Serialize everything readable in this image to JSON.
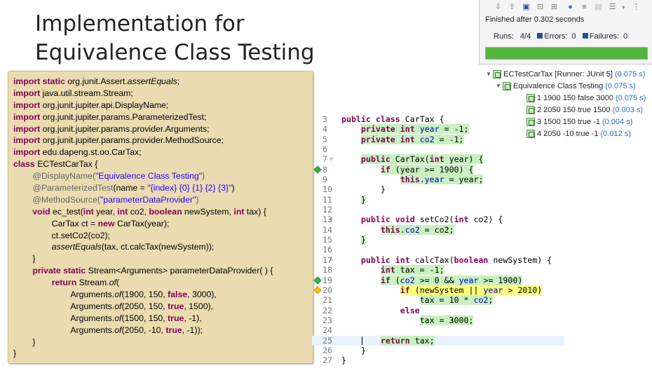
{
  "title": {
    "line1": "Implementation for",
    "line2": "Equivalence Class Testing"
  },
  "left_code": [
    [
      {
        "t": "import static ",
        "c": "kw"
      },
      {
        "t": "org.junit.Assert."
      },
      {
        "t": "assertEquals",
        "c": "it"
      },
      {
        "t": ";"
      }
    ],
    [
      {
        "t": "import ",
        "c": "kw"
      },
      {
        "t": "java.util.stream.Stream;"
      }
    ],
    [
      {
        "t": "import ",
        "c": "kw"
      },
      {
        "t": "org.junit.jupiter.api.DisplayName;"
      }
    ],
    [
      {
        "t": "import ",
        "c": "kw"
      },
      {
        "t": "org.junit.jupiter.params.ParameterizedTest;"
      }
    ],
    [
      {
        "t": "import ",
        "c": "kw"
      },
      {
        "t": "org.junit.jupiter.params.provider.Arguments;"
      }
    ],
    [
      {
        "t": "import ",
        "c": "kw"
      },
      {
        "t": "org.junit.jupiter.params.provider.MethodSource;"
      }
    ],
    [
      {
        "t": "import ",
        "c": "kw"
      },
      {
        "t": "edu.dapeng.st.oo.CarTax;"
      }
    ],
    [
      {
        "t": "class ",
        "c": "kw"
      },
      {
        "t": "ECTestCarTax {"
      }
    ],
    [
      {
        "t": "        "
      },
      {
        "t": "@DisplayName(",
        "c": "an"
      },
      {
        "t": "\"Equivalence Class Testing\"",
        "c": "st"
      },
      {
        "t": ")",
        "c": "an"
      }
    ],
    [
      {
        "t": "        "
      },
      {
        "t": "@ParameterizedTest",
        "c": "an"
      },
      {
        "t": "(name = "
      },
      {
        "t": "\"{index} {0} {1} {2} {3}\"",
        "c": "st"
      },
      {
        "t": ")"
      }
    ],
    [
      {
        "t": "        "
      },
      {
        "t": "@MethodSource(",
        "c": "an"
      },
      {
        "t": "\"parameterDataProvider\"",
        "c": "st"
      },
      {
        "t": ")",
        "c": "an"
      }
    ],
    [
      {
        "t": "        "
      },
      {
        "t": "void ",
        "c": "kw"
      },
      {
        "t": "ec_test("
      },
      {
        "t": "int ",
        "c": "kw"
      },
      {
        "t": "year, "
      },
      {
        "t": "int ",
        "c": "kw"
      },
      {
        "t": "co2, "
      },
      {
        "t": "boolean ",
        "c": "kw"
      },
      {
        "t": "newSystem, "
      },
      {
        "t": "int ",
        "c": "kw"
      },
      {
        "t": "tax) {"
      }
    ],
    [
      {
        "t": "                CarTax ct = "
      },
      {
        "t": "new ",
        "c": "kw"
      },
      {
        "t": "CarTax(year);"
      }
    ],
    [
      {
        "t": "                ct.setCo2(co2);"
      }
    ],
    [
      {
        "t": "                "
      },
      {
        "t": "assertEquals",
        "c": "it"
      },
      {
        "t": "(tax, ct.calcTax(newSystem));"
      }
    ],
    [
      {
        "t": "        }"
      }
    ],
    [
      {
        "t": "        "
      },
      {
        "t": "private static ",
        "c": "kw"
      },
      {
        "t": "Stream<Arguments> parameterDataProvider( ) {"
      }
    ],
    [
      {
        "t": "                "
      },
      {
        "t": "return ",
        "c": "kw"
      },
      {
        "t": "Stream."
      },
      {
        "t": "of",
        "c": "it"
      },
      {
        "t": "("
      }
    ],
    [
      {
        "t": "                        Arguments."
      },
      {
        "t": "of",
        "c": "it"
      },
      {
        "t": "(1900, 150, "
      },
      {
        "t": "false",
        "c": "kw"
      },
      {
        "t": ", 3000),"
      }
    ],
    [
      {
        "t": "                        Arguments."
      },
      {
        "t": "of",
        "c": "it"
      },
      {
        "t": "(2050, 150, "
      },
      {
        "t": "true",
        "c": "kw"
      },
      {
        "t": ", 1500),"
      }
    ],
    [
      {
        "t": "                        Arguments."
      },
      {
        "t": "of",
        "c": "it"
      },
      {
        "t": "(1500, 150, "
      },
      {
        "t": "true",
        "c": "kw"
      },
      {
        "t": ", -1),"
      }
    ],
    [
      {
        "t": "                        Arguments."
      },
      {
        "t": "of",
        "c": "it"
      },
      {
        "t": "(2050, -10, "
      },
      {
        "t": "true",
        "c": "kw"
      },
      {
        "t": ", -1));"
      }
    ],
    [
      {
        "t": "        }"
      }
    ],
    [
      {
        "t": "}"
      }
    ]
  ],
  "editor_lines": [
    {
      "n": "3",
      "fold": "",
      "mark": "",
      "hl": "",
      "cur": false,
      "tokens": [
        {
          "t": "public class ",
          "c": "ekw"
        },
        {
          "t": "CarTax {"
        }
      ]
    },
    {
      "n": "4",
      "fold": "",
      "mark": "",
      "hl": "green",
      "cur": false,
      "tokens": [
        {
          "t": "    "
        },
        {
          "t": "private int ",
          "c": "ekw",
          "h": true
        },
        {
          "t": "year",
          "c": "efld",
          "h": true
        },
        {
          "t": " = -1;",
          "h": true
        }
      ]
    },
    {
      "n": "5",
      "fold": "",
      "mark": "",
      "hl": "green",
      "cur": false,
      "tokens": [
        {
          "t": "    "
        },
        {
          "t": "private int ",
          "c": "ekw",
          "h": true
        },
        {
          "t": "co2",
          "c": "efld",
          "h": true
        },
        {
          "t": " = -1;",
          "h": true
        }
      ]
    },
    {
      "n": "6",
      "fold": "",
      "mark": "",
      "hl": "",
      "cur": false,
      "tokens": [
        {
          "t": ""
        }
      ]
    },
    {
      "n": "7",
      "fold": "⊖",
      "mark": "",
      "hl": "green",
      "cur": false,
      "tokens": [
        {
          "t": "    "
        },
        {
          "t": "public ",
          "c": "ekw",
          "h": true
        },
        {
          "t": "CarTax(",
          "h": true
        },
        {
          "t": "int ",
          "c": "ekw",
          "h": true
        },
        {
          "t": "year) {",
          "h": true
        }
      ]
    },
    {
      "n": "8",
      "fold": "",
      "mark": "green",
      "hl": "green",
      "cur": false,
      "tokens": [
        {
          "t": "        "
        },
        {
          "t": "if ",
          "c": "ekw",
          "h": true
        },
        {
          "t": "(year >= 1900) {",
          "h": true
        }
      ]
    },
    {
      "n": "9",
      "fold": "",
      "mark": "",
      "hl": "green",
      "cur": false,
      "tokens": [
        {
          "t": "            "
        },
        {
          "t": "this",
          "c": "ekw",
          "h": true
        },
        {
          "t": ".",
          "h": true
        },
        {
          "t": "year",
          "c": "efld",
          "h": true
        },
        {
          "t": " = year;",
          "h": true
        }
      ]
    },
    {
      "n": "10",
      "fold": "",
      "mark": "",
      "hl": "",
      "cur": false,
      "tokens": [
        {
          "t": "        }"
        }
      ]
    },
    {
      "n": "11",
      "fold": "",
      "mark": "",
      "hl": "green",
      "cur": false,
      "tokens": [
        {
          "t": "    "
        },
        {
          "t": "}",
          "h": true
        }
      ]
    },
    {
      "n": "12",
      "fold": "",
      "mark": "",
      "hl": "",
      "cur": false,
      "tokens": [
        {
          "t": ""
        }
      ]
    },
    {
      "n": "13",
      "fold": "⊖",
      "mark": "",
      "hl": "",
      "cur": false,
      "tokens": [
        {
          "t": "    "
        },
        {
          "t": "public void ",
          "c": "ekw"
        },
        {
          "t": "setCo2("
        },
        {
          "t": "int ",
          "c": "ekw"
        },
        {
          "t": "co2) {"
        }
      ]
    },
    {
      "n": "14",
      "fold": "",
      "mark": "",
      "hl": "green",
      "cur": false,
      "tokens": [
        {
          "t": "        "
        },
        {
          "t": "this",
          "c": "ekw",
          "h": true
        },
        {
          "t": ".",
          "h": true
        },
        {
          "t": "co2",
          "c": "efld",
          "h": true
        },
        {
          "t": " = co2;",
          "h": true
        }
      ]
    },
    {
      "n": "15",
      "fold": "",
      "mark": "",
      "hl": "green",
      "cur": false,
      "tokens": [
        {
          "t": "    "
        },
        {
          "t": "}",
          "h": true
        }
      ]
    },
    {
      "n": "16",
      "fold": "",
      "mark": "",
      "hl": "",
      "cur": false,
      "tokens": [
        {
          "t": ""
        }
      ]
    },
    {
      "n": "17",
      "fold": "⊖",
      "mark": "",
      "hl": "",
      "cur": false,
      "tokens": [
        {
          "t": "    "
        },
        {
          "t": "public int ",
          "c": "ekw"
        },
        {
          "t": "calcTax("
        },
        {
          "t": "boolean ",
          "c": "ekw"
        },
        {
          "t": "newSystem) {"
        }
      ]
    },
    {
      "n": "18",
      "fold": "",
      "mark": "",
      "hl": "green",
      "cur": false,
      "tokens": [
        {
          "t": "        "
        },
        {
          "t": "int ",
          "c": "ekw",
          "h": true
        },
        {
          "t": "tax = -1;",
          "h": true
        }
      ]
    },
    {
      "n": "19",
      "fold": "",
      "mark": "green",
      "hl": "green",
      "cur": false,
      "tokens": [
        {
          "t": "        "
        },
        {
          "t": "if ",
          "c": "ekw",
          "h": true
        },
        {
          "t": "(",
          "h": true
        },
        {
          "t": "co2",
          "c": "efld",
          "h": true
        },
        {
          "t": " >= 0 && ",
          "h": true
        },
        {
          "t": "year",
          "c": "efld",
          "h": true
        },
        {
          "t": " >= 1900)",
          "h": true
        }
      ]
    },
    {
      "n": "20",
      "fold": "",
      "mark": "yellow",
      "hl": "yellow",
      "cur": false,
      "tokens": [
        {
          "t": "            "
        },
        {
          "t": "if ",
          "c": "ekw",
          "h": true
        },
        {
          "t": "(newSystem || ",
          "h": true
        },
        {
          "t": "year",
          "c": "efld",
          "h": true
        },
        {
          "t": " > 2010)",
          "h": true
        }
      ]
    },
    {
      "n": "21",
      "fold": "",
      "mark": "",
      "hl": "green",
      "cur": false,
      "tokens": [
        {
          "t": "                "
        },
        {
          "t": "tax = 10 * ",
          "h": true
        },
        {
          "t": "co2",
          "c": "efld",
          "h": true
        },
        {
          "t": ";",
          "h": true
        }
      ]
    },
    {
      "n": "22",
      "fold": "",
      "mark": "",
      "hl": "",
      "cur": false,
      "tokens": [
        {
          "t": "            "
        },
        {
          "t": "else",
          "c": "ekw"
        }
      ]
    },
    {
      "n": "23",
      "fold": "",
      "mark": "",
      "hl": "green",
      "cur": false,
      "tokens": [
        {
          "t": "                "
        },
        {
          "t": "tax = 3000;",
          "h": true
        }
      ]
    },
    {
      "n": "24",
      "fold": "",
      "mark": "",
      "hl": "",
      "cur": false,
      "tokens": [
        {
          "t": ""
        }
      ]
    },
    {
      "n": "25",
      "fold": "",
      "mark": "",
      "hl": "green",
      "cur": true,
      "tokens": [
        {
          "t": "        "
        },
        {
          "t": "return ",
          "c": "ekw",
          "h": true
        },
        {
          "t": "tax;",
          "h": true
        }
      ]
    },
    {
      "n": "26",
      "fold": "",
      "mark": "",
      "hl": "",
      "cur": false,
      "tokens": [
        {
          "t": "    }"
        }
      ]
    },
    {
      "n": "27",
      "fold": "",
      "mark": "",
      "hl": "",
      "cur": false,
      "tokens": [
        {
          "t": "}"
        }
      ]
    }
  ],
  "junit": {
    "finished": "Finished after 0.302 seconds",
    "runs_label": "Runs:",
    "runs_value": "4/4",
    "errors_label": "Errors:",
    "errors_value": "0",
    "failures_label": "Failures:",
    "failures_value": "0",
    "progress": 1.0,
    "colors": {
      "progress": "#53b53a"
    }
  },
  "tree": [
    {
      "indent": 0,
      "twisty": "▼",
      "label": "ECTestCarTax",
      "meta": " [Runner: JUnit 5] ",
      "time": "(0.075 s)"
    },
    {
      "indent": 1,
      "twisty": "▼",
      "label": "Equivalence Class Testing",
      "meta": " ",
      "time": "(0.075 s)"
    },
    {
      "indent": 2,
      "twisty": "",
      "label": "1 1900 150 false 3000",
      "meta": " ",
      "time": "(0.075 s)"
    },
    {
      "indent": 2,
      "twisty": "",
      "label": "2 2050 150 true 1500",
      "meta": " ",
      "time": "(0.003 s)"
    },
    {
      "indent": 2,
      "twisty": "",
      "label": "3 1500 150 true -1",
      "meta": " ",
      "time": "(0.004 s)"
    },
    {
      "indent": 2,
      "twisty": "",
      "label": "4 2050 -10 true -1",
      "meta": " ",
      "time": "(0.012 s)"
    }
  ],
  "toolbar_icons": [
    "arrow-down-icon",
    "arrow-up-icon",
    "rerun-icon",
    "rerun-failed-icon",
    "lock-icon",
    "history-icon",
    "stop-icon",
    "layout-icon",
    "dropdown-icon",
    "more-icon"
  ]
}
